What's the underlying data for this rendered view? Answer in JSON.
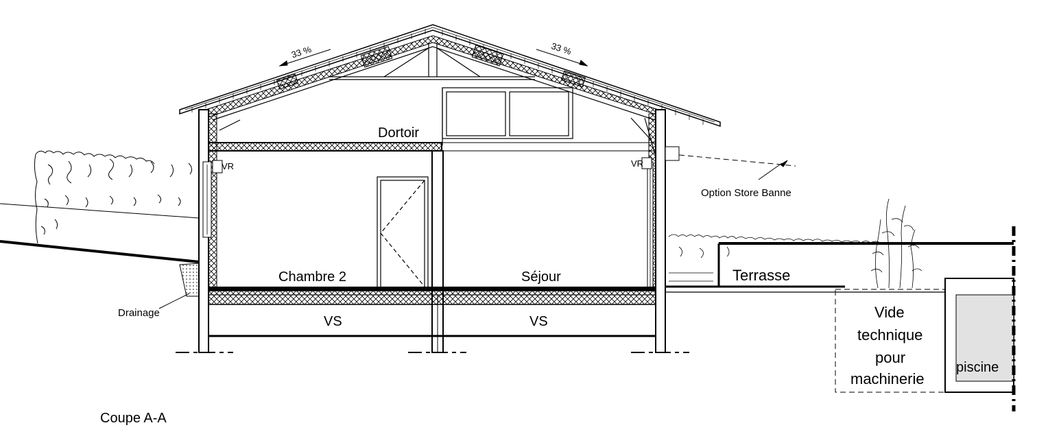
{
  "drawing": {
    "title": "Coupe A-A",
    "rooms": {
      "dortoir": "Dortoir",
      "chambre": "Chambre 2",
      "sejour": "Séjour",
      "terrasse": "Terrasse",
      "vs_left": "VS",
      "vs_right": "VS",
      "vide_line1": "Vide",
      "vide_line2": "technique",
      "vide_line3": "pour",
      "vide_line4": "machinerie",
      "piscine": "piscine"
    },
    "annotations": {
      "slope_left": "33 %",
      "slope_right": "33 %",
      "vr_left": "VR",
      "vr_right": "VR",
      "store": "Option Store Banne",
      "drainage": "Drainage"
    }
  }
}
